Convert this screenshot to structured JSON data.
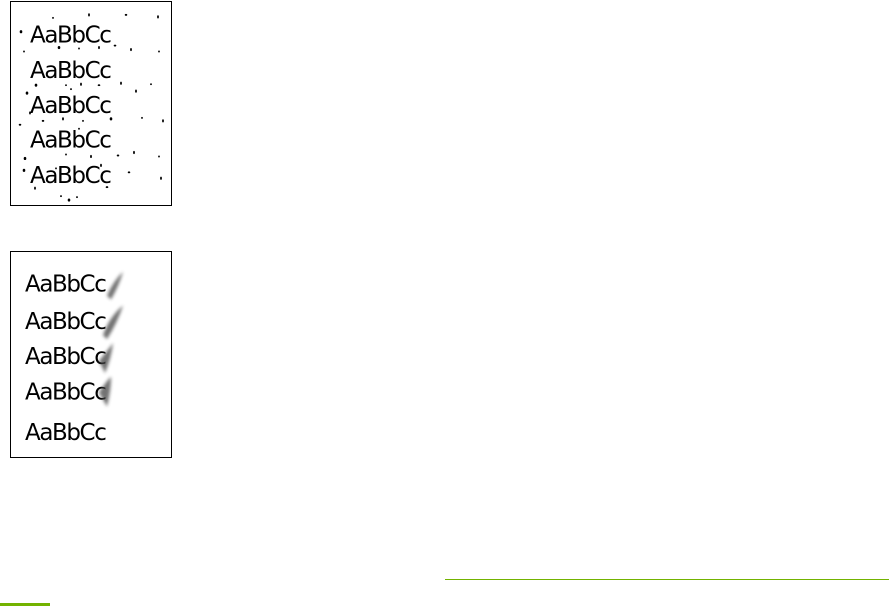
{
  "samples": [
    {
      "id": "scattered-toner",
      "lines": [
        "AaBbCc",
        "AaBbCc",
        "AaBbCc",
        "AaBbCc",
        "AaBbCc"
      ],
      "dot_color": "#000000"
    },
    {
      "id": "smeared-toner",
      "lines": [
        "AaBbCc",
        "AaBbCc",
        "AaBbCc",
        "AaBbCc",
        "AaBbCc"
      ],
      "smear_color": "#444444"
    }
  ],
  "accent_color": "#73b300"
}
